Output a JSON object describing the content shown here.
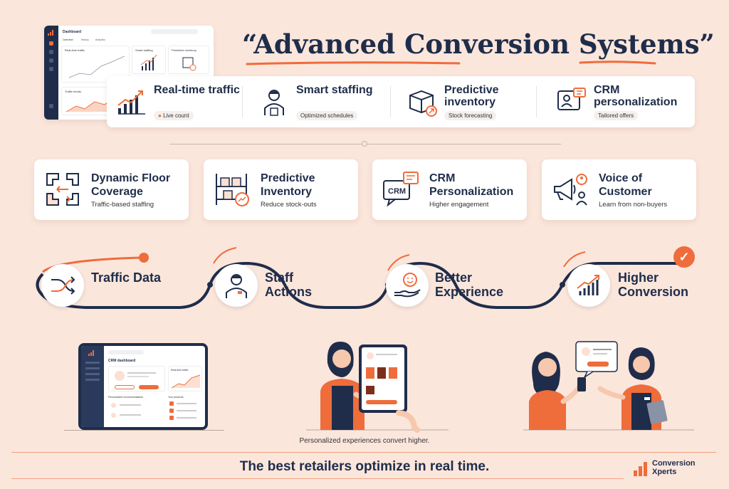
{
  "title": "“Advanced Conversion Systems”",
  "dashboard_top": {
    "title": "Dashboard",
    "tabs": [
      "Overview",
      "History",
      "Analytics"
    ],
    "panels": [
      "Real-time traffic",
      "Smart staffing",
      "Predictive inventory",
      "Traffic trends"
    ]
  },
  "features": [
    {
      "title": "Real-time traffic",
      "pill": "Live count",
      "icon": "bar-growth-icon"
    },
    {
      "title": "Smart staffing",
      "pill": "Optimized schedules",
      "icon": "staff-person-icon"
    },
    {
      "title": "Predictive inventory",
      "pill": "Stock forecasting",
      "icon": "box-arrow-icon"
    },
    {
      "title": "CRM personalization",
      "pill": "Tailored offers",
      "icon": "crm-profile-icon"
    }
  ],
  "boxes": [
    {
      "title": "Dynamic Floor Coverage",
      "sub": "Traffic-based staffing",
      "icon": "floor-arrows-icon"
    },
    {
      "title": "Predictive Inventory",
      "sub": "Reduce stock-outs",
      "icon": "shelf-icon"
    },
    {
      "title": "CRM Personalization",
      "sub": "Higher engagement",
      "icon": "crm-chat-icon"
    },
    {
      "title": "Voice of Customer",
      "sub": "Learn from non-buyers",
      "icon": "megaphone-icon"
    }
  ],
  "flow": [
    {
      "label": "Traffic Data",
      "icon": "shuffle-icon"
    },
    {
      "label": "Staff Actions",
      "icon": "staff-icon"
    },
    {
      "label": "Better Experience",
      "icon": "smile-hand-icon"
    },
    {
      "label": "Higher Conversion",
      "icon": "growth-chart-icon"
    }
  ],
  "tablet": {
    "title": "CRM dashboard",
    "panel": "Real-time traffic",
    "section1": "Personalized recommendations",
    "section2": "Your products"
  },
  "caption": "Personalized experiences convert higher.",
  "tagline": "The best retailers optimize in real time.",
  "brand": {
    "line1": "Conversion",
    "line2": "Xperts"
  },
  "colors": {
    "accent": "#ef6c3b",
    "navy": "#1f2d4a",
    "background": "#fbe6dc"
  }
}
